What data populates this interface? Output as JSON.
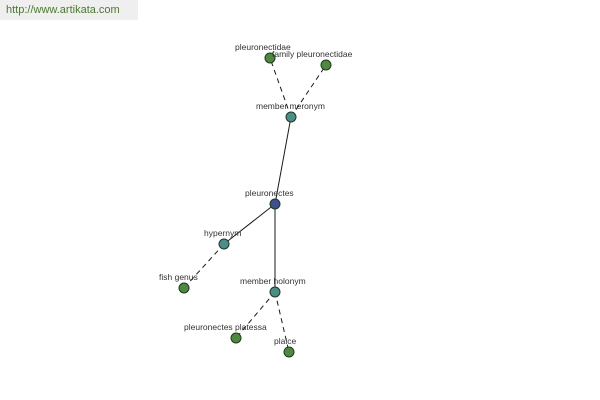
{
  "banner": {
    "url_text": "http://www.artikata.com"
  },
  "colors": {
    "center_node": "#3d4f8f",
    "relation_node": "#4a8e8a",
    "leaf_node": "#4e8a3e",
    "banner_text": "#4a7a2c"
  },
  "graph": {
    "nodes": [
      {
        "id": "pleuronectes",
        "label": "pleuronectes",
        "kind": "center"
      },
      {
        "id": "member-meronym",
        "label": "member meronym",
        "kind": "relation"
      },
      {
        "id": "hypernym",
        "label": "hypernym",
        "kind": "relation"
      },
      {
        "id": "member-holonym",
        "label": "member holonym",
        "kind": "relation"
      },
      {
        "id": "pleuronectidae",
        "label": "pleuronectidae",
        "kind": "leaf"
      },
      {
        "id": "family-pleuronectidae",
        "label": "family pleuronectidae",
        "kind": "leaf"
      },
      {
        "id": "fish-genus",
        "label": "fish genus",
        "kind": "leaf"
      },
      {
        "id": "pleuronectes-platessa",
        "label": "pleuronectes platessa",
        "kind": "leaf"
      },
      {
        "id": "plaice",
        "label": "plaice",
        "kind": "leaf"
      }
    ],
    "edges": [
      {
        "from": "pleuronectes",
        "to": "member-meronym",
        "style": "solid"
      },
      {
        "from": "pleuronectes",
        "to": "hypernym",
        "style": "solid"
      },
      {
        "from": "pleuronectes",
        "to": "member-holonym",
        "style": "solid"
      },
      {
        "from": "member-meronym",
        "to": "pleuronectidae",
        "style": "dashed"
      },
      {
        "from": "member-meronym",
        "to": "family-pleuronectidae",
        "style": "dashed"
      },
      {
        "from": "hypernym",
        "to": "fish-genus",
        "style": "dashed"
      },
      {
        "from": "member-holonym",
        "to": "pleuronectes-platessa",
        "style": "dashed"
      },
      {
        "from": "member-holonym",
        "to": "plaice",
        "style": "dashed"
      }
    ]
  }
}
